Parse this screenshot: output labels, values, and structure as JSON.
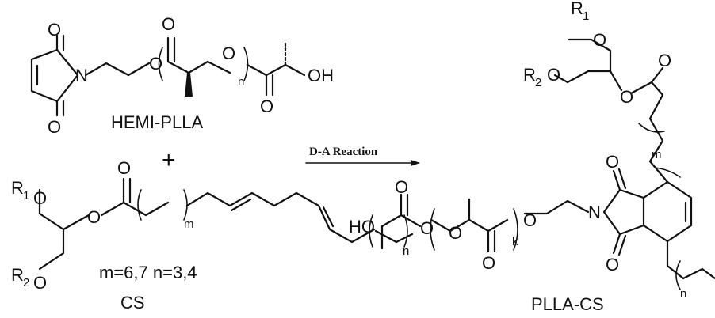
{
  "reactant1": {
    "name": "HEMI-PLLA",
    "atoms": {
      "o_top": "O",
      "o_bottom": "O",
      "n_imide": "N",
      "o_ester1": "O",
      "o_carbonyl1": "O",
      "o_ester2": "O",
      "o_carbonyl2": "O",
      "oh": "OH"
    },
    "repeat": "n"
  },
  "plus": "+",
  "reactant2": {
    "name": "CS",
    "r1": "R",
    "r1_sub": "1",
    "r2": "R",
    "r2_sub": "2",
    "atoms": {
      "o_r1": "O",
      "o_r2": "O",
      "o_ester": "O",
      "o_carbonyl": "O"
    },
    "repeat_m": "m",
    "repeat_n": "n",
    "values": "m=6,7  n=3,4"
  },
  "reaction": {
    "label": "D-A Reaction"
  },
  "product": {
    "name": "PLLA-CS",
    "r1": "R",
    "r1_sub": "1",
    "r2": "R",
    "r2_sub": "2",
    "atoms": {
      "o_r1": "O",
      "o_r2": "O",
      "o_ester_top": "O",
      "o_carbonyl_top": "O",
      "o_imide_top": "O",
      "o_imide_bottom": "O",
      "n_imide": "N",
      "o_link": "O",
      "o_chain1": "O",
      "o_chain2": "O",
      "o_chain_carbonyl1": "O",
      "o_chain_carbonyl2": "O",
      "ho": "HO"
    },
    "repeat_m": "m",
    "repeat_k": "k",
    "repeat_n": "n"
  }
}
